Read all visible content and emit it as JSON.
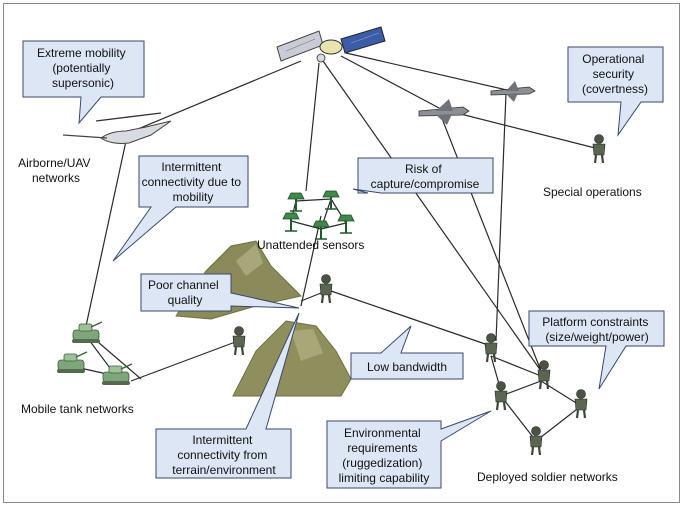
{
  "nodes": {
    "satellite": "satellite-icon",
    "helicopter": "helicopter-icon",
    "aircraft": "aircraft-icon",
    "sensor": "sensor-icon",
    "tank": "tank-icon",
    "soldier": "soldier-icon",
    "terrain": "mountain-icon"
  },
  "labels": {
    "airborne": [
      "Airborne/UAV",
      "networks"
    ],
    "unattended": "Unattended sensors",
    "special_ops": "Special operations",
    "mobile_tank": "Mobile tank networks",
    "deployed": "Deployed soldier networks"
  },
  "callouts": {
    "extreme_mobility": [
      "Extreme mobility",
      "(potentially",
      "supersonic)"
    ],
    "intermittent_mobility": [
      "Intermittent",
      "connectivity due to",
      "mobility"
    ],
    "risk": [
      "Risk of",
      "capture/compromise"
    ],
    "operational_security": [
      "Operational",
      "security",
      "(covertness)"
    ],
    "poor_channel": [
      "Poor channel",
      "quality"
    ],
    "low_bandwidth": "Low bandwidth",
    "platform": [
      "Platform constraints",
      "(size/weight/power)"
    ],
    "intermittent_terrain": [
      "Intermittent",
      "connectivity from",
      "terrain/environment"
    ],
    "environmental": [
      "Environmental",
      "requirements",
      "(ruggedization)",
      "limiting capability"
    ]
  },
  "colors": {
    "callout_fill": "#dce6f5",
    "callout_stroke": "#3a4a6a",
    "line": "#2b2b2b",
    "mountain": "#8a8a5a",
    "tank": "#7fa57a",
    "sensor": "#3f8a4a",
    "soldier": "#5a6650"
  }
}
